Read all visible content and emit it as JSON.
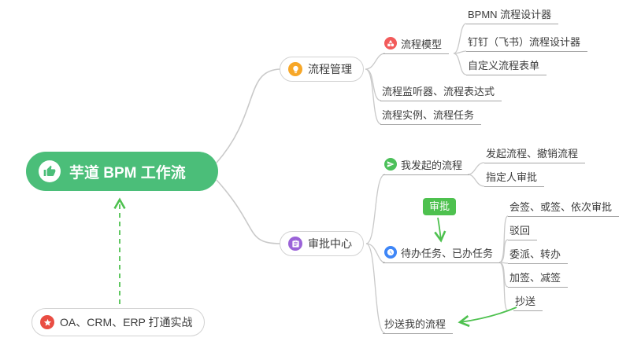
{
  "colors": {
    "root_bg": "#4bbe79",
    "arrow_green": "#4ec14f",
    "line_gray": "#c9c9c9",
    "underline_gray": "#a6a6a6",
    "icon_orange": "#f7a728",
    "icon_red": "#f25b5b",
    "icon_green": "#4cc05a",
    "icon_blue": "#3e86f7",
    "icon_purple": "#9b63d8",
    "icon_star_red": "#e94d43",
    "text_dark": "#3c3c3c"
  },
  "root": {
    "label": "芋道 BPM 工作流",
    "icon": "thumbs-up-icon"
  },
  "note": {
    "label": "OA、CRM、ERP 打通实战",
    "icon": "star-icon"
  },
  "badge": {
    "label": "审批"
  },
  "branches": {
    "process_management": {
      "label": "流程管理",
      "icon": "lightbulb-icon"
    },
    "process_model": {
      "label": "流程模型",
      "icon": "model-icon"
    },
    "bpmn_designer": {
      "label": "BPMN 流程设计器"
    },
    "dingtalk_designer": {
      "label": "钉钉（飞书）流程设计器"
    },
    "custom_form": {
      "label": "自定义流程表单"
    },
    "listener_expression": {
      "label": "流程监听器、流程表达式"
    },
    "instance_task": {
      "label": "流程实例、流程任务"
    },
    "approval_center": {
      "label": "审批中心",
      "icon": "checklist-icon"
    },
    "my_initiated": {
      "label": "我发起的流程",
      "icon": "send-icon"
    },
    "initiate_cancel": {
      "label": "发起流程、撤销流程"
    },
    "assignee_approval": {
      "label": "指定人审批"
    },
    "todo_done": {
      "label": "待办任务、已办任务",
      "icon": "clock-icon"
    },
    "countersign": {
      "label": "会签、或签、依次审批"
    },
    "reject": {
      "label": "驳回"
    },
    "delegate_transfer": {
      "label": "委派、转办"
    },
    "add_remove_sign": {
      "label": "加签、减签"
    },
    "cc": {
      "label": "抄送"
    },
    "cc_my_process": {
      "label": "抄送我的流程"
    }
  }
}
